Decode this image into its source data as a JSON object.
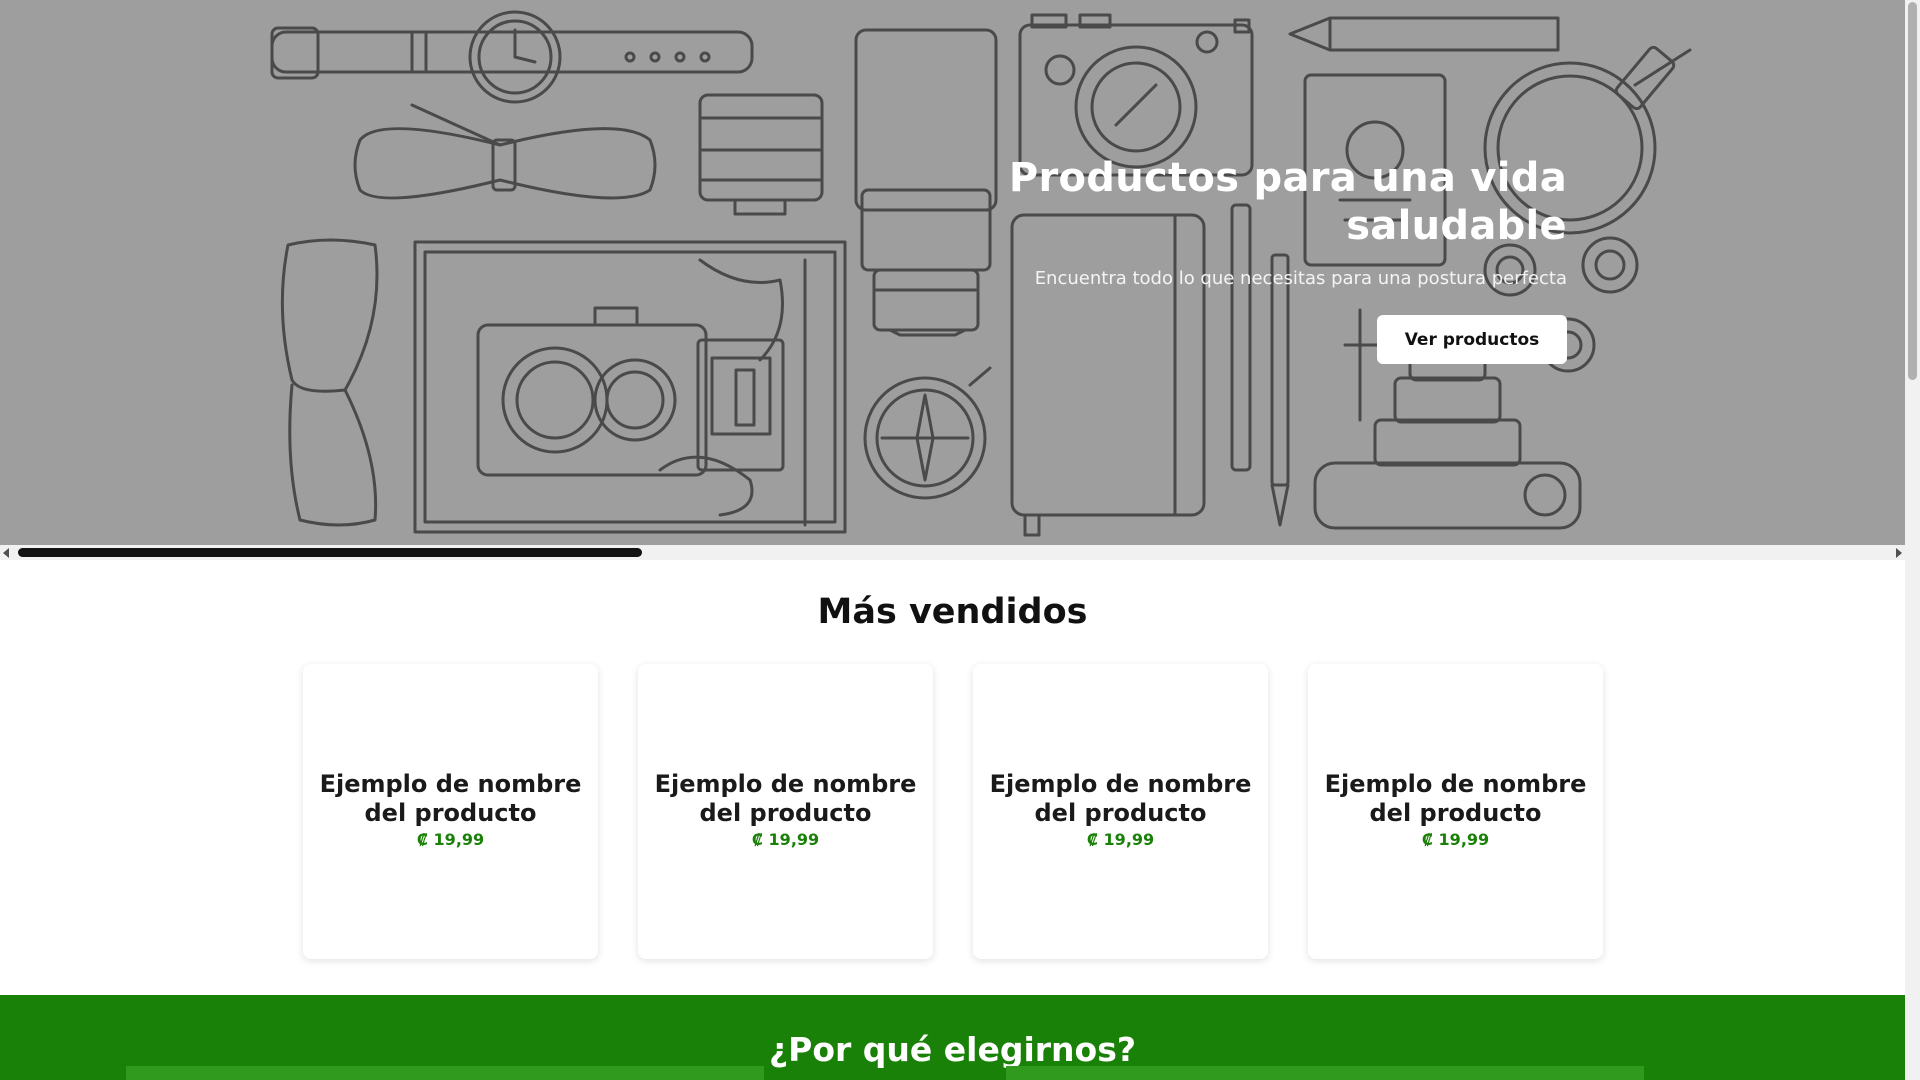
{
  "hero": {
    "title": "Productos para una vida saludable",
    "subtitle": "Encuentra todo lo que necesitas para una postura perfecta",
    "cta_label": "Ver productos"
  },
  "best_sellers": {
    "title": "Más vendidos",
    "products": [
      {
        "name": "Ejemplo de nombre del producto",
        "price": "₡ 19,99"
      },
      {
        "name": "Ejemplo de nombre del producto",
        "price": "₡ 19,99"
      },
      {
        "name": "Ejemplo de nombre del producto",
        "price": "₡ 19,99"
      },
      {
        "name": "Ejemplo de nombre del producto",
        "price": "₡ 19,99"
      }
    ]
  },
  "why_us": {
    "title": "¿Por qué elegirnos?"
  },
  "colors": {
    "brand_green": "#1a8108",
    "hero_gray": "#9e9e9e"
  }
}
